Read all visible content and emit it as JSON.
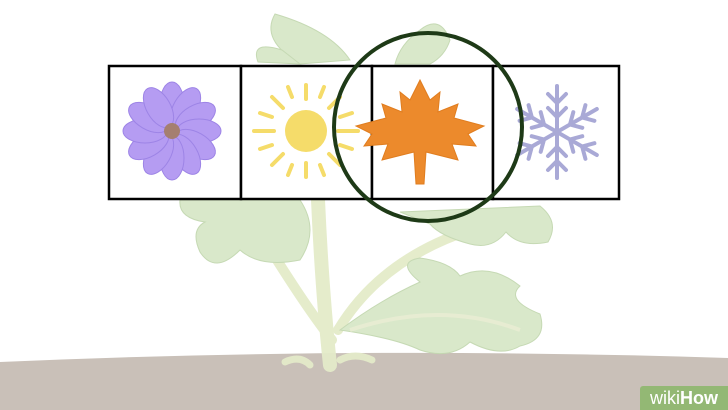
{
  "watermark": {
    "wiki": "wiki",
    "how": "How"
  },
  "seasons": [
    {
      "name": "spring",
      "icon": "purple-flower-icon"
    },
    {
      "name": "summer",
      "icon": "sun-icon"
    },
    {
      "name": "autumn",
      "icon": "maple-leaf-icon",
      "highlighted": true
    },
    {
      "name": "winter",
      "icon": "snowflake-icon"
    }
  ],
  "colors": {
    "ground": "#c9c0b8",
    "plant_leaf": "#d6e6c6",
    "plant_stem": "#e3eac6",
    "flower": "#b39bf0",
    "flower_center": "#a57f70",
    "sun": "#f5dc6a",
    "leaf": "#ec8a2c",
    "snowflake": "#a9a9d6",
    "highlight_circle": "#1e3a17",
    "box_border": "#000000",
    "watermark_bg": "#93b874"
  }
}
